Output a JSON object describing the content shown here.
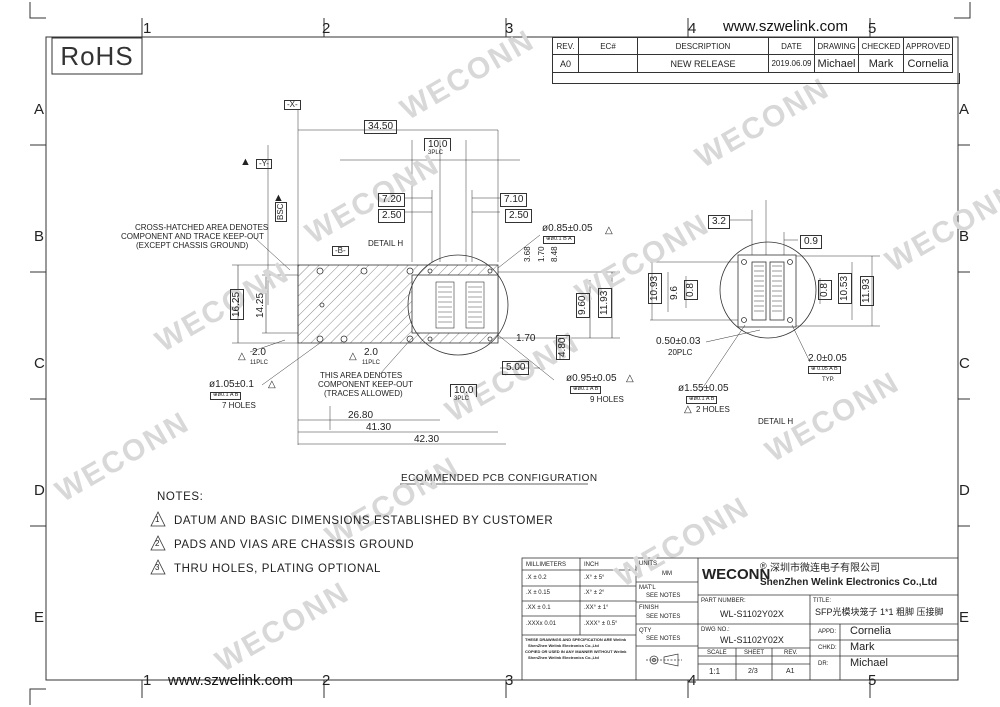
{
  "rohs": "RoHS",
  "website": "www.szwelink.com",
  "watermark": "WECONN",
  "zones": {
    "columns": [
      "1",
      "2",
      "3",
      "4",
      "5"
    ],
    "rows": [
      "A",
      "B",
      "C",
      "D",
      "E"
    ]
  },
  "revision_table": {
    "headers": [
      "REV.",
      "EC#",
      "DESCRIPTION",
      "DATE",
      "DRAWING",
      "CHECKED",
      "APPROVED"
    ],
    "row": {
      "rev": "A0",
      "ec": "",
      "description": "NEW RELEASE",
      "date": "2019.06.09",
      "drawing": "Michael",
      "checked": "Mark",
      "approved": "Cornelia"
    }
  },
  "pcb_view": {
    "datum_x": "-X-",
    "datum_y": "-Y-",
    "datum_b": "-B-",
    "bsc": "BSC",
    "dim_34_50": "34.50",
    "dim_10_0_top": "10.0",
    "dim_3plc_top": "3PLC",
    "dim_7_20": "7.20",
    "dim_7_10": "7.10",
    "dim_2_50_left": "2.50",
    "dim_2_50_right": "2.50",
    "hole_085": "ø0.85±0.05",
    "hole_085_fcf": "⊕ø0.1 B A",
    "cross_hatch_note": [
      "CROSS-HATCHED AREA DENOTES",
      "COMPONENT AND TRACE KEEP-OUT",
      "(EXCEPT CHASSIS GROUND)"
    ],
    "detail_h_label": "DETAIL  H",
    "dim_3_68": "3.68",
    "dim_1_70_v": "1.70",
    "dim_8_48": "8.48",
    "dim_9_60": "9.60",
    "dim_11_93": "11.93",
    "dim_16_25": "16.25",
    "dim_14_25": "14.25",
    "dim_1_70": "1.70",
    "dim_4_80": "4.80",
    "dim_5_00": "5.00",
    "dim_2_0_left": "2.0",
    "dim_11plc_left": "11PLC",
    "dim_2_0_mid": "2.0",
    "dim_11plc_mid": "11PLC",
    "hole_105": "ø1.05±0.1",
    "hole_105_fcf": "⊕ø0.1 A B",
    "hole_105_count": "7 HOLES",
    "keepout_note": [
      "THIS AREA DENOTES",
      "COMPONENT KEEP-OUT",
      "(TRACES ALLOWED)"
    ],
    "dim_10_0_bottom": "10.0",
    "dim_3plc_bottom": "3PLC",
    "hole_095": "ø0.95±0.05",
    "hole_095_fcf": "⊕ø0.1 A B",
    "hole_095_count": "9 HOLES",
    "dim_26_80": "26.80",
    "dim_41_30": "41.30",
    "dim_42_30": "42.30",
    "caption": "ECOMMENDED  PCB  CONFIGURATION"
  },
  "detail_view": {
    "dim_3_2": "3.2",
    "dim_0_9": "0.9",
    "dim_10_93": "10.93",
    "dim_9_6": "9.6",
    "dim_0_8_left": "0.8",
    "dim_0_8_right": "0.8",
    "dim_10_53": "10.53",
    "dim_11_93": "11.93",
    "pad": "0.50±0.03",
    "pad_count": "20PLC",
    "dim_2_0": "2.0±0.05",
    "dim_2_0_fcf": "⊕ 0.05 A B",
    "dim_2_0_typ": "TYP.",
    "hole_155": "ø1.55±0.05",
    "hole_155_fcf": "⊕ø0.1 A B",
    "hole_155_count": "2 HOLES",
    "label": "DETAIL  H"
  },
  "notes": {
    "title": "NOTES:",
    "items": [
      {
        "num": "1",
        "text": "DATUM AND BASIC DIMENSIONS ESTABLISHED BY CUSTOMER"
      },
      {
        "num": "2",
        "text": "PADS AND VIAS ARE CHASSIS GROUND"
      },
      {
        "num": "3",
        "text": "THRU HOLES, PLATING OPTIONAL"
      }
    ]
  },
  "title_block": {
    "tol_headers": [
      "MILLIMETERS",
      "INCH"
    ],
    "tolerances": [
      {
        "mm": ".X  ± 0.2",
        "inch": ".X°  ± 5°"
      },
      {
        "mm": ".X  ± 0.15",
        "inch": ".X°  ± 2°"
      },
      {
        "mm": ".XX  ± 0.1",
        "inch": ".XX°  ± 1°"
      },
      {
        "mm": ".XXXx  0.01",
        "inch": ".XXX°  ± 0.5°"
      }
    ],
    "disclaimer": [
      "THESE DRAWINGS AND SPECIFICATION ARE Welink",
      "ShenZhen Welink Electronics Co.,Ltd",
      "COPIED OR USED IN ANY MANNER WITHOUT Welink",
      "ShenZhen Welink Electronics Co.,Ltd"
    ],
    "units_label": "UNITS",
    "units_value": "MM",
    "matl_label": "MAT'L",
    "matl_value": "SEE NOTES",
    "finish_label": "FINISH",
    "finish_value": "SEE NOTES",
    "qty_label": "QTY",
    "qty_value": "SEE NOTES",
    "brand": "WECONN",
    "brand_mark": "®",
    "company_cn": "深圳市微连电子有限公司",
    "company_en": "ShenZhen Welink Electronics Co.,Ltd",
    "part_label": "PART NUMBER:",
    "part_number": "WL-S1102Y02X",
    "title_label": "TITLE:",
    "title_value": "SFP光模块笼子 1*1 粗脚 压接脚",
    "dwg_label": "DWG NO.:",
    "dwg_number": "WL-S1102Y02X",
    "scale_label": "SCALE",
    "scale_value": "1:1",
    "sheet_label": "SHEET",
    "sheet_value": "2/3",
    "rev_label": "REV.",
    "rev_value": "A1",
    "appd_label": "APPD:",
    "appd_value": "Cornelia",
    "chkd_label": "CHKD:",
    "chkd_value": "Mark",
    "dr_label": "DR:",
    "dr_value": "Michael"
  }
}
